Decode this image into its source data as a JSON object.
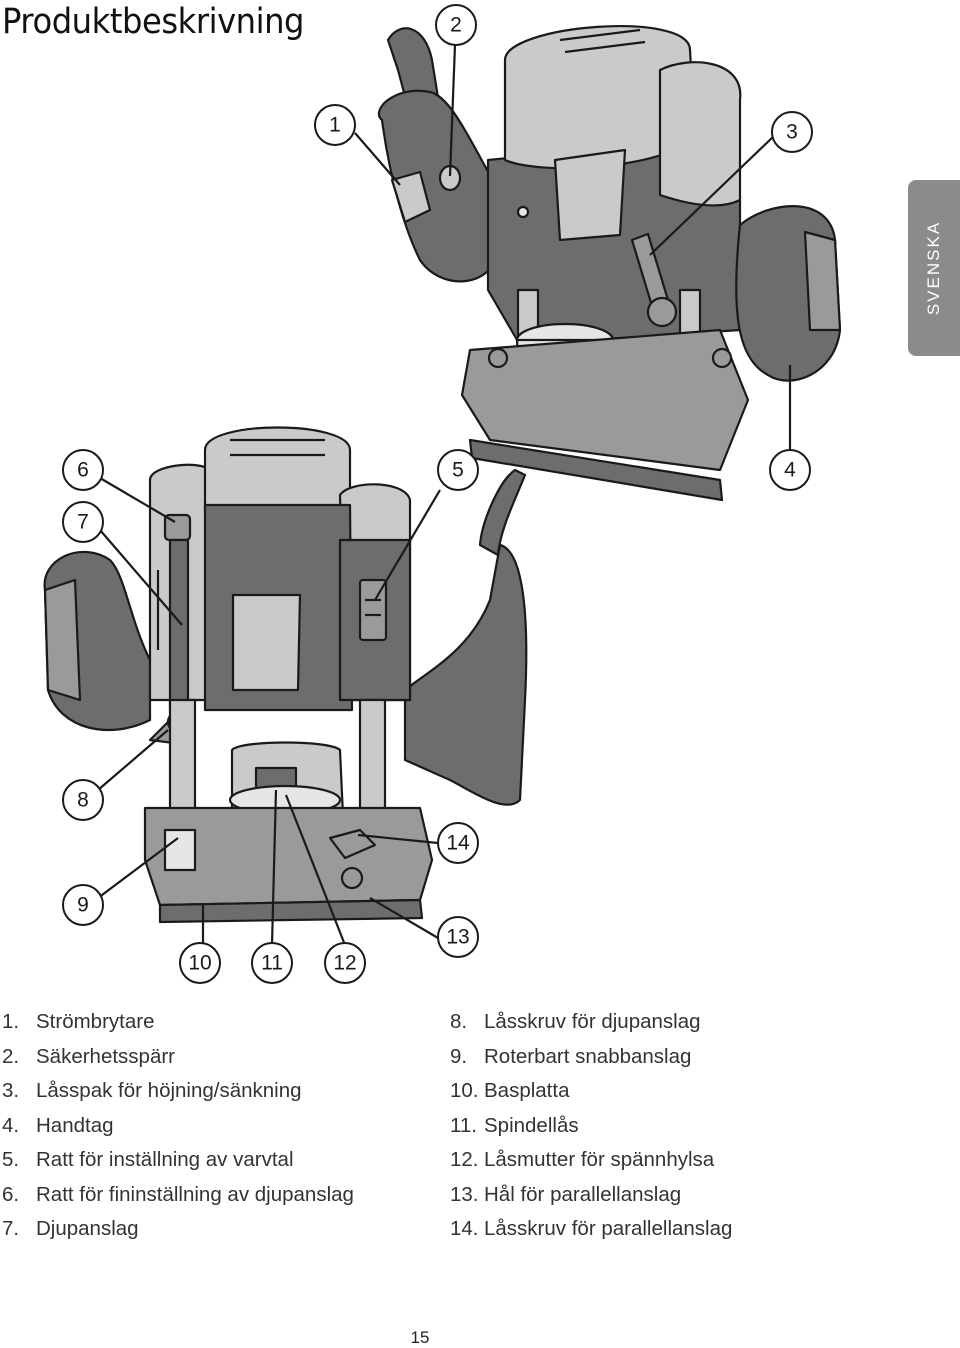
{
  "page": {
    "title": "Produktbeskrivning",
    "side_tab": "SVENSKA",
    "page_number": "15"
  },
  "callouts": [
    "1",
    "2",
    "3",
    "4",
    "5",
    "6",
    "7",
    "8",
    "9",
    "10",
    "11",
    "12",
    "13",
    "14"
  ],
  "legend": {
    "left": [
      {
        "num": "1.",
        "text": "Strömbrytare"
      },
      {
        "num": "2.",
        "text": "Säkerhetsspärr"
      },
      {
        "num": "3.",
        "text": "Låsspak för höjning/sänkning"
      },
      {
        "num": "4.",
        "text": "Handtag"
      },
      {
        "num": "5.",
        "text": "Ratt för inställning av varvtal"
      },
      {
        "num": "6.",
        "text": "Ratt för fininställning av djupanslag"
      },
      {
        "num": "7.",
        "text": "Djupanslag"
      }
    ],
    "right": [
      {
        "num": "8.",
        "text": "Låsskruv för djupanslag"
      },
      {
        "num": "9.",
        "text": "Roterbart snabbanslag"
      },
      {
        "num": "10.",
        "text": "Basplatta"
      },
      {
        "num": "11.",
        "text": "Spindellås"
      },
      {
        "num": "12.",
        "text": "Låsmutter för spännhylsa"
      },
      {
        "num": "13.",
        "text": "Hål för parallellanslag"
      },
      {
        "num": "14.",
        "text": "Låsskruv för parallellanslag"
      }
    ]
  },
  "colors": {
    "body_gray": "#6d6d6d",
    "light_gray": "#c8c8c8",
    "mid_gray": "#9a9a9a",
    "outline": "#1a1a1a",
    "tab_gray": "#8b8b8b"
  }
}
